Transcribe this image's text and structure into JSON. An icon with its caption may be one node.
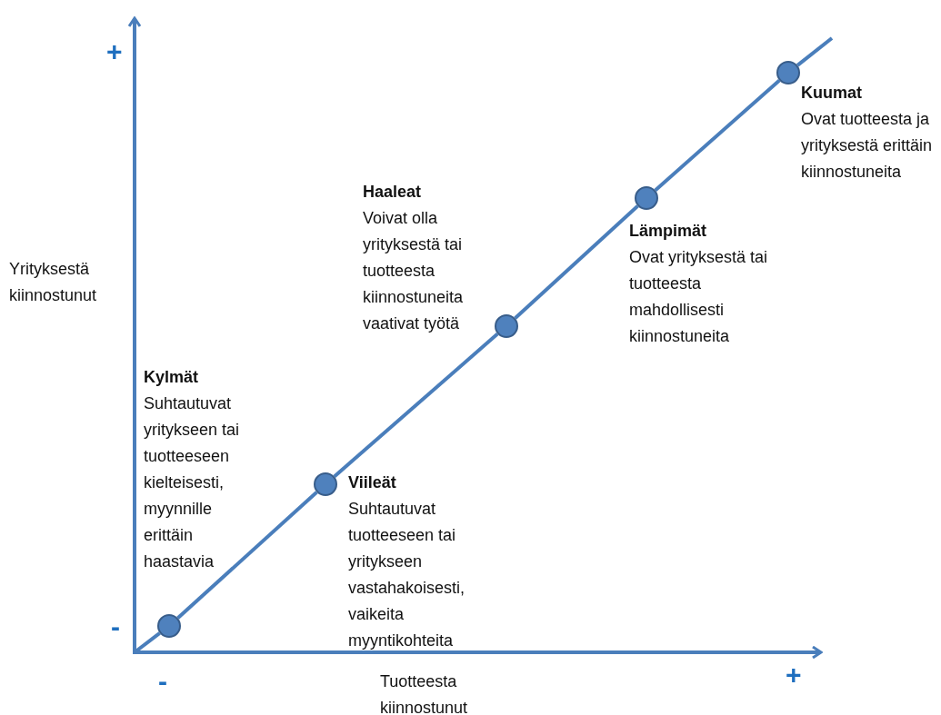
{
  "diagram": {
    "nodes": [
      {
        "text": [],
        "shape": "circle",
        "beside": [
          "Kylmät",
          "Suhtautuvat yritykseen tai tuotteeseen kielteisesti, myynnille erittäin haastavia"
        ]
      },
      {
        "text": [],
        "shape": "circle",
        "beside": [
          "Viileät",
          "Suhtautuvat tuotteeseen tai yritykseen vastahakoisesti, vaikeita myyntikohteita"
        ]
      },
      {
        "text": [],
        "shape": "circle",
        "beside": [
          "Haaleat",
          "Voivat olla yrityksestä tai tuotteesta kiinnostuneita vaativat työtä"
        ]
      },
      {
        "text": [],
        "shape": "circle",
        "beside": [
          "Lämpimät",
          "Ovat yrityksestä tai tuotteesta mahdollisesti kiinnostuneita"
        ]
      },
      {
        "text": [],
        "shape": "circle",
        "beside": [
          "Kuumat",
          "Ovat tuotteesta ja yrityksestä erittäin kiinnostuneita"
        ]
      }
    ],
    "edges": [
      {
        "from": null,
        "to": 0,
        "arrow": "none"
      },
      {
        "from": 0,
        "to": 1,
        "arrow": "none"
      },
      {
        "from": 1,
        "to": 2,
        "arrow": "none"
      },
      {
        "from": 2,
        "to": 3,
        "arrow": "none"
      },
      {
        "from": 3,
        "to": 4,
        "arrow": "none"
      },
      {
        "from": 4,
        "to": null,
        "arrow": "none"
      }
    ],
    "labels": [
      "+",
      "Yrityksestä kiinnostunut",
      "-",
      "-",
      "Tuotteesta kiinnostunut",
      "+"
    ]
  }
}
